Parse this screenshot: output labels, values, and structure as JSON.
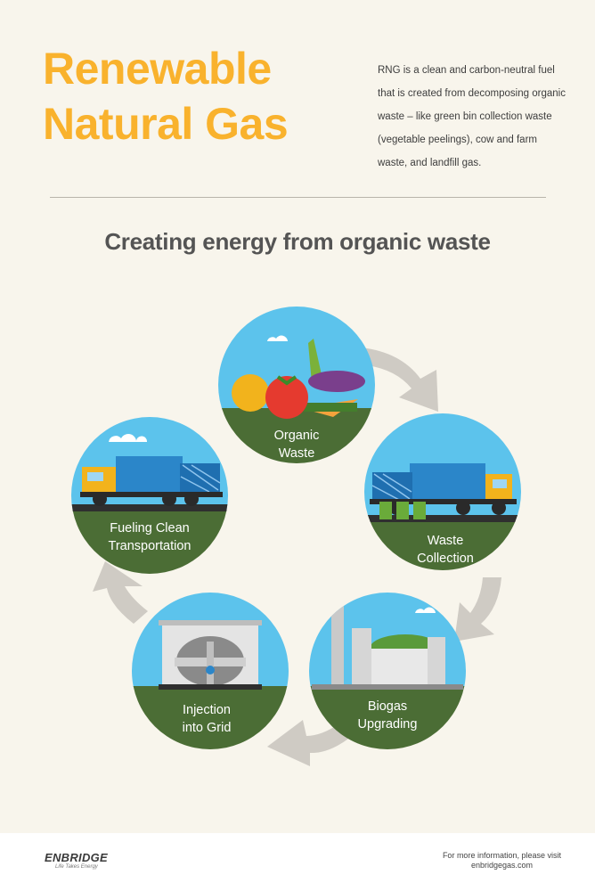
{
  "header": {
    "title_line1": "Renewable",
    "title_line2": "Natural Gas",
    "intro": "RNG is a clean and carbon-neutral fuel that is created from decomposing organic waste – like green bin collection waste (vegetable peelings), cow and farm waste, and landfill gas."
  },
  "subtitle": "Creating energy from organic waste",
  "steps": [
    {
      "line1": "Organic",
      "line2": "Waste",
      "icon": "vegetables-icon"
    },
    {
      "line1": "Waste",
      "line2": "Collection",
      "icon": "garbage-truck-icon"
    },
    {
      "line1": "Biogas",
      "line2": "Upgrading",
      "icon": "biogas-plant-icon"
    },
    {
      "line1": "Injection",
      "line2": "into Grid",
      "icon": "injection-facility-icon"
    },
    {
      "line1": "Fueling Clean",
      "line2": "Transportation",
      "icon": "garbage-truck-icon"
    }
  ],
  "colors": {
    "title": "#f9b22d",
    "sky": "#5cc3ec",
    "ground": "#4b6d35",
    "arrow": "#cfcbc4",
    "background": "#f8f5ec"
  },
  "footer": {
    "logo": "ENBRIDGE",
    "tagline": "Life Takes Energy",
    "info_line1": "For more information, please visit",
    "info_line2": "enbridgegas.com"
  }
}
